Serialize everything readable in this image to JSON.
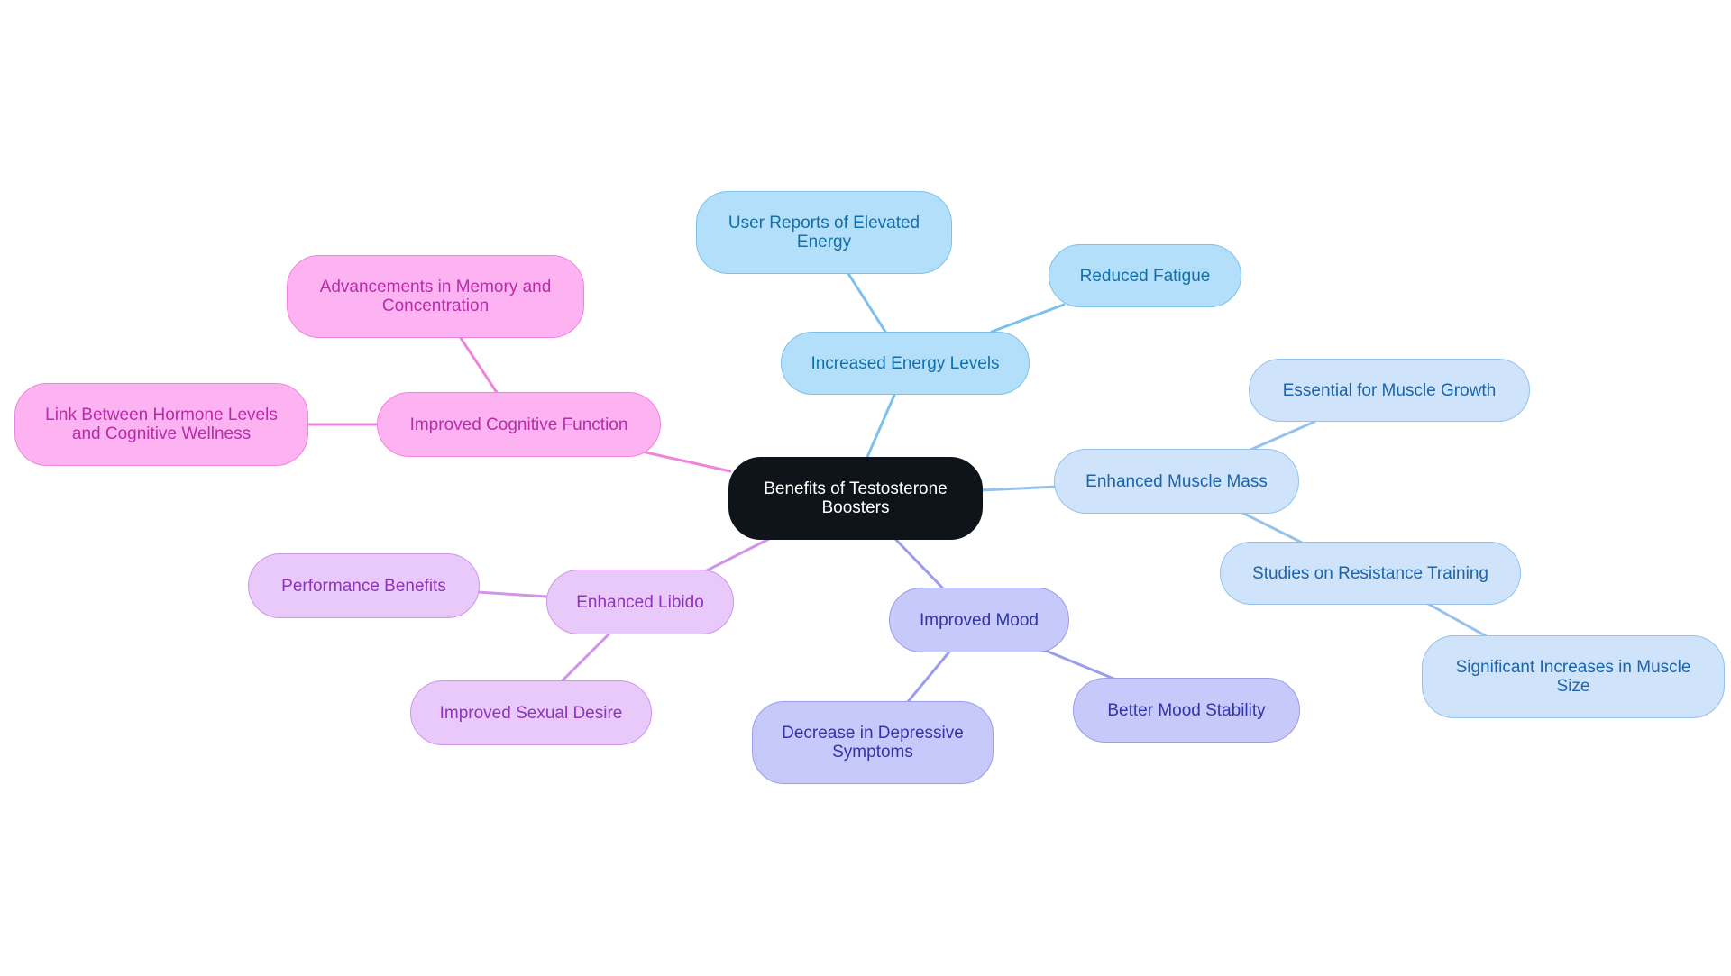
{
  "colors": {
    "root": {
      "fill": "#0f141a",
      "text": "#ffffff",
      "border": "#0f141a"
    },
    "energy": {
      "fill": "#b3dffa",
      "text": "#1270a8",
      "border": "#7cc1ea",
      "edge": "#7cc1ea"
    },
    "muscle": {
      "fill": "#cfe3fb",
      "text": "#1d64a8",
      "border": "#94c2ec",
      "edge": "#94c2ec"
    },
    "mood": {
      "fill": "#c7c9fb",
      "text": "#3234a8",
      "border": "#9a9cec",
      "edge": "#9a9cec"
    },
    "libido": {
      "fill": "#e8c9fa",
      "text": "#8e34b8",
      "border": "#cf94ea",
      "edge": "#cf94ea"
    },
    "cognitive": {
      "fill": "#fdb3f2",
      "text": "#b82ca8",
      "border": "#ee84dc",
      "edge": "#ee84dc"
    }
  },
  "mindmap": {
    "root": {
      "text": "Benefits of Testosterone Boosters"
    },
    "energy": {
      "label": "Increased Energy Levels",
      "children": [
        {
          "text": "User Reports of Elevated Energy"
        },
        {
          "text": "Reduced Fatigue"
        }
      ]
    },
    "muscle": {
      "label": "Enhanced Muscle Mass",
      "children": [
        {
          "text": "Essential for Muscle Growth"
        },
        {
          "text": "Studies on Resistance Training"
        }
      ],
      "grandchild": {
        "text": "Significant Increases in Muscle Size"
      }
    },
    "mood": {
      "label": "Improved Mood",
      "children": [
        {
          "text": "Decrease in Depressive Symptoms"
        },
        {
          "text": "Better Mood Stability"
        }
      ]
    },
    "libido": {
      "label": "Enhanced Libido",
      "children": [
        {
          "text": "Performance Benefits"
        },
        {
          "text": "Improved Sexual Desire"
        }
      ]
    },
    "cognitive": {
      "label": "Improved Cognitive Function",
      "children": [
        {
          "text": "Advancements in Memory and Concentration"
        },
        {
          "text": "Link Between Hormone Levels and Cognitive Wellness"
        }
      ]
    }
  }
}
